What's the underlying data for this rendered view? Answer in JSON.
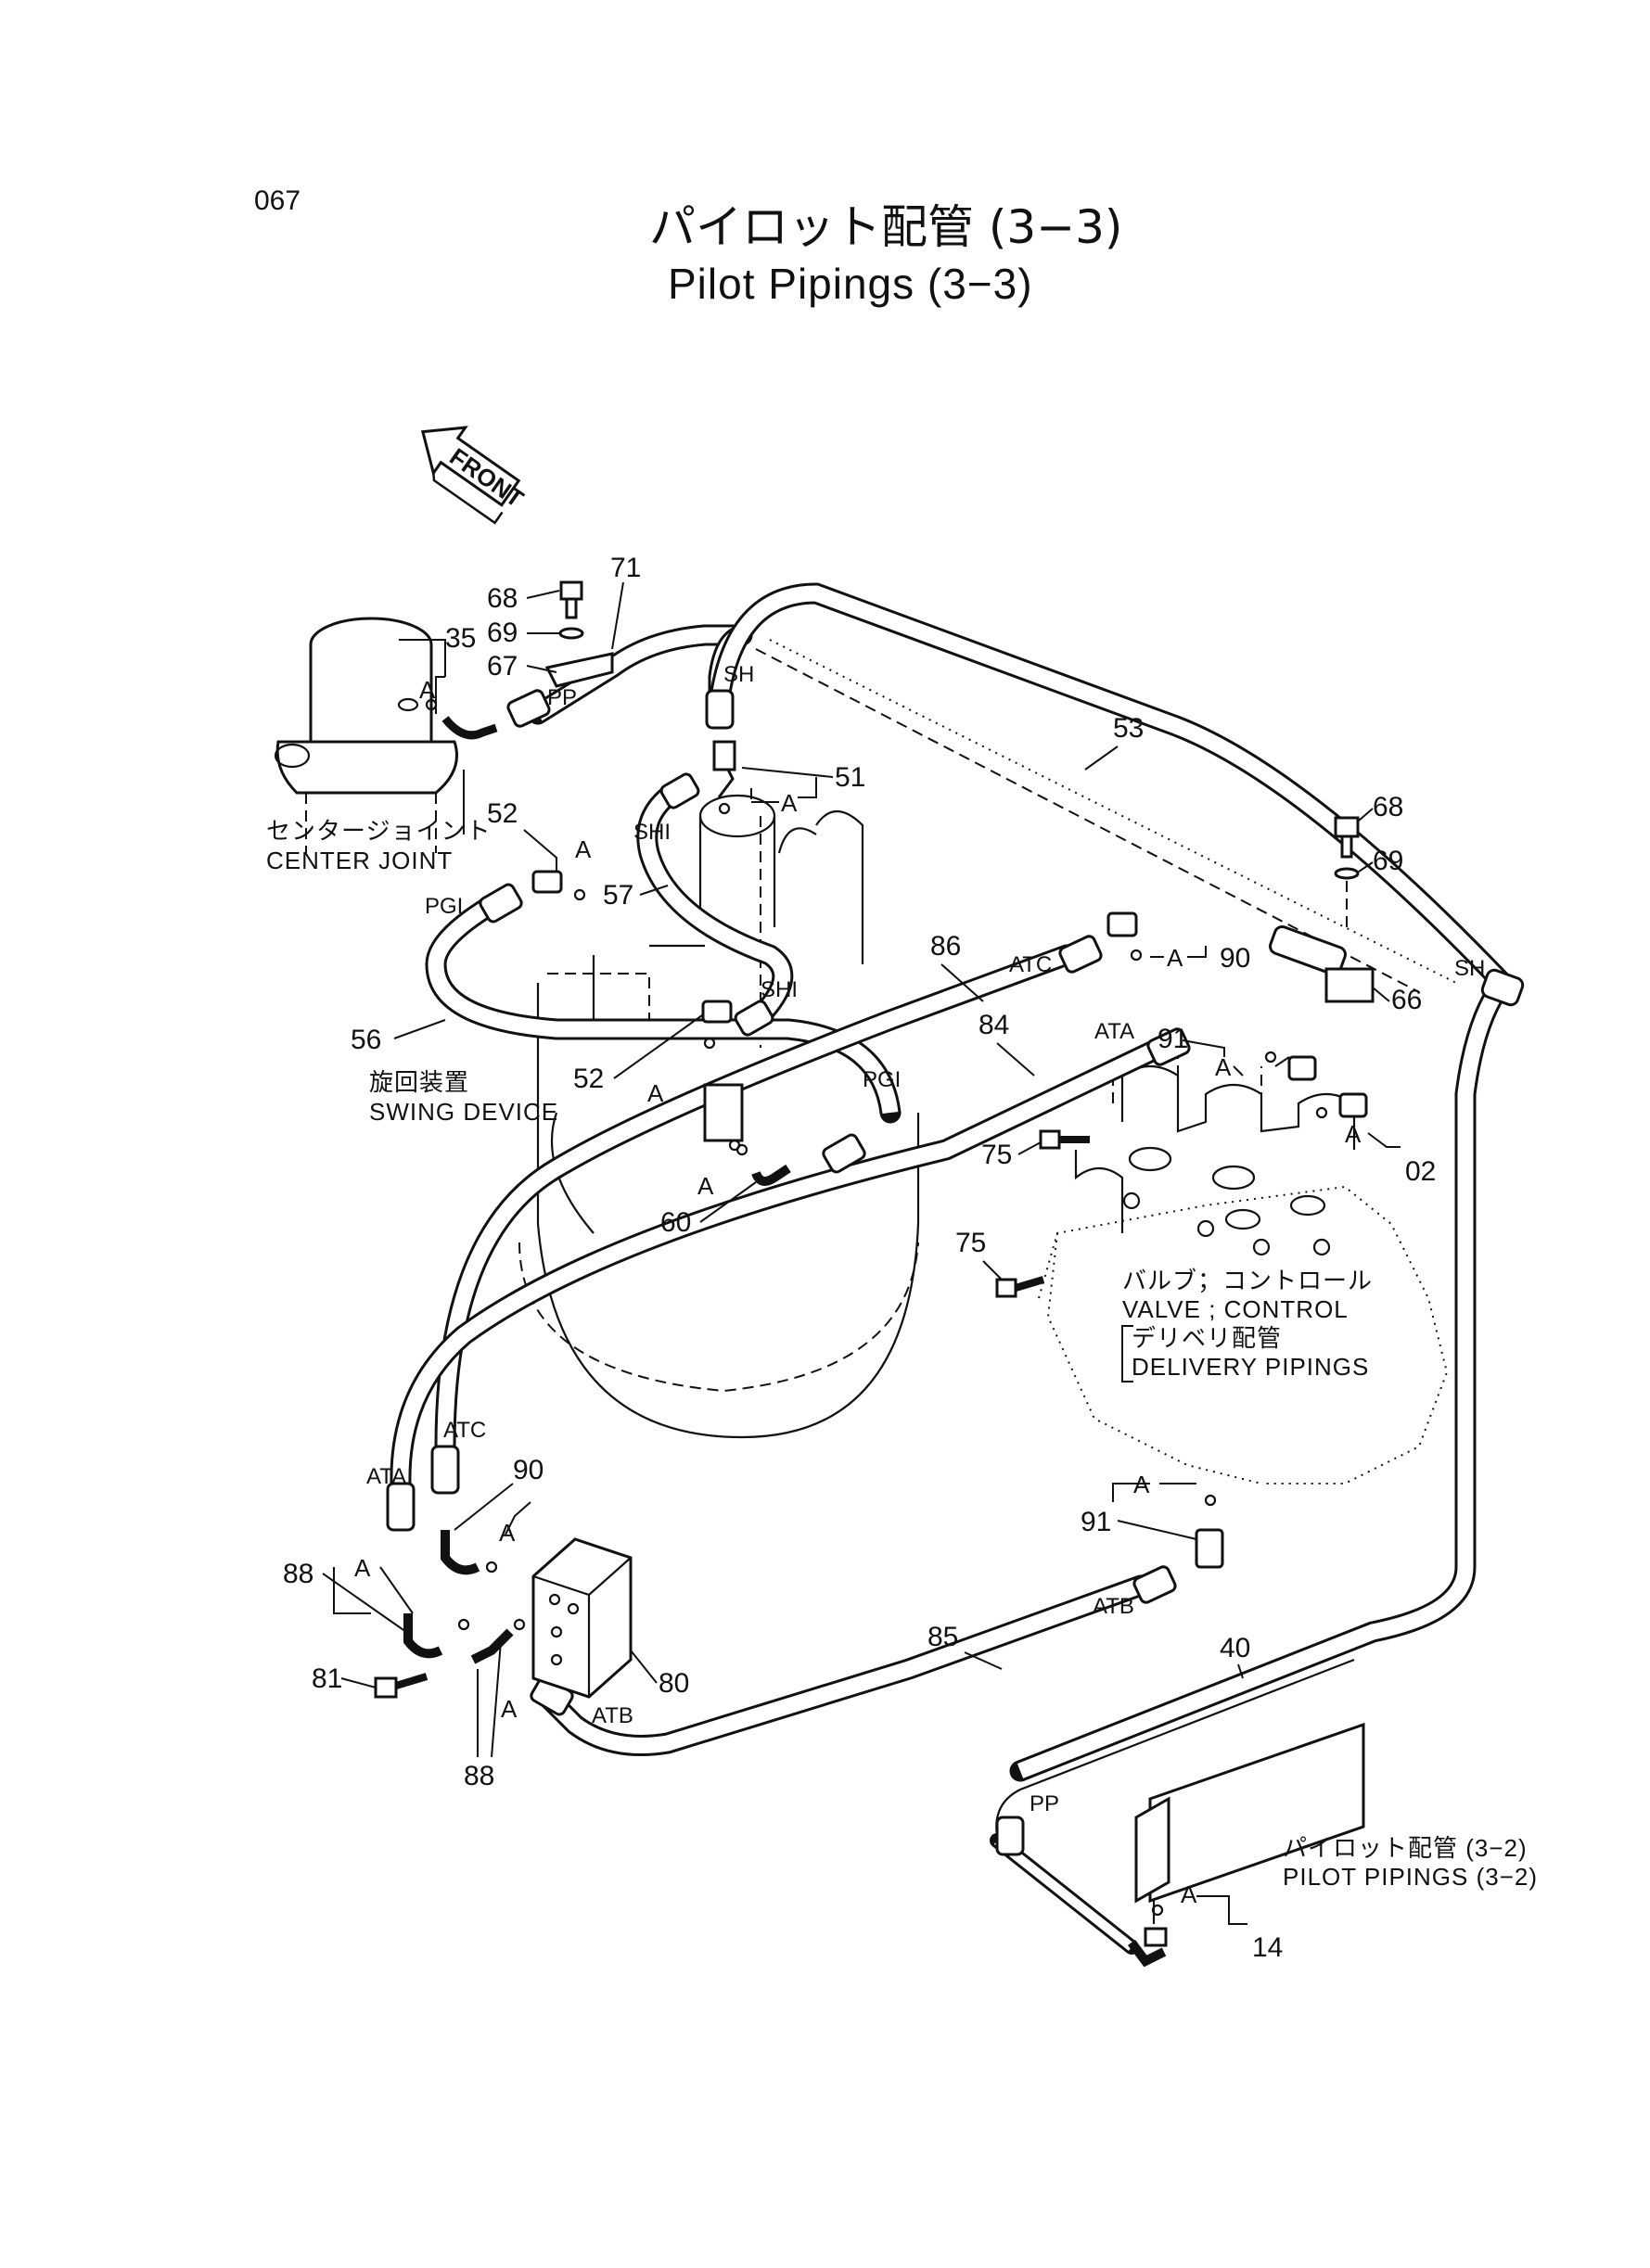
{
  "page": {
    "number": "067"
  },
  "title": {
    "jp": "パイロット配管 (3−3)",
    "en": "Pilot Pipings (3−3)"
  },
  "direction": {
    "label": "FRONT",
    "icon": "front-arrow-icon"
  },
  "assemblies": {
    "center_joint": {
      "jp": "センタージョイント",
      "en": "CENTER JOINT"
    },
    "swing_device": {
      "jp": "旋回装置",
      "en": "SWING DEVICE"
    },
    "control_valve": {
      "jp": "バルブ；コントロール",
      "en": "VALVE ; CONTROL"
    },
    "delivery": {
      "jp": "デリベリ配管",
      "en": "DELIVERY PIPINGS"
    },
    "pilot_32": {
      "jp": "パイロット配管 (3−2)",
      "en": "PILOT PIPINGS (3−2)"
    }
  },
  "part_numbers": {
    "p71": "71",
    "p68a": "68",
    "p69a": "69",
    "p67": "67",
    "p35": "35",
    "p53": "53",
    "p51": "51",
    "p52a": "52",
    "p57": "57",
    "p56": "56",
    "p52b": "52",
    "p86": "86",
    "p84": "84",
    "p90a": "90",
    "p91a": "91",
    "p68b": "68",
    "p69b": "69",
    "p66": "66",
    "p02": "02",
    "p75a": "75",
    "p75b": "75",
    "p60": "60",
    "p90b": "90",
    "p91b": "91",
    "p88a": "88",
    "p81": "81",
    "p80": "80",
    "p88b": "88",
    "p85": "85",
    "p40": "40",
    "p14": "14"
  },
  "port_tags": {
    "pp1": "PP",
    "sh1": "SH",
    "shi1": "SHI",
    "shi2": "SHI",
    "sh2": "SH",
    "pgi1": "PGI",
    "pgi2": "PGI",
    "atc1": "ATC",
    "ata1": "ATA",
    "atc2": "ATC",
    "ata2": "ATA",
    "atb1": "ATB",
    "atb2": "ATB",
    "pp2": "PP"
  },
  "oring_tag": "A"
}
